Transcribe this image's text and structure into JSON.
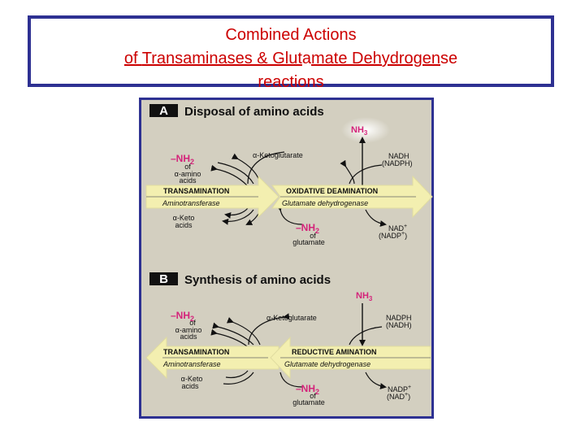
{
  "slide": {
    "title_line1": "Combined Actions",
    "title_line2_a": "of ",
    "title_line2_b": "Transaminases & Glut",
    "title_line2_c": "a",
    "title_line2_d": "mate Dehydrogen",
    "title_line2_e": "se",
    "title_line3": "reactions"
  },
  "panel_a": {
    "letter": "A",
    "heading": "Disposal of amino acids",
    "nh3_main": "NH",
    "nh3_sub": "3",
    "alpha_kg": "α-Ketoglutarate",
    "nadh": "NADH",
    "nadph_paren": "(NADPH)",
    "nh2_left_dash": "–NH",
    "nh2_left_sub": "2",
    "of_left": "of",
    "alpha_amino": "α-amino",
    "acids_left": "acids",
    "transamination": "TRANSAMINATION",
    "aminotransferase": "Aminotransferase",
    "oxidative": "OXIDATIVE DEAMINATION",
    "gdh": "Glutamate dehydrogenase",
    "alpha_keto": "α-Keto",
    "acids_keto": "acids",
    "nh2_glu_dash": "–NH",
    "nh2_glu_sub": "2",
    "of_glu": "of",
    "glutamate": "glutamate",
    "nad": "NAD",
    "nad_sup": "+",
    "nadp_paren": "(NADP",
    "nadp_sup": "+",
    "nadp_close": ")"
  },
  "panel_b": {
    "letter": "B",
    "heading": "Synthesis of amino acids",
    "nh3_main": "NH",
    "nh3_sub": "3",
    "alpha_kg": "α-Ketoglutarate",
    "nadph": "NADPH",
    "nadh_paren": "(NADH)",
    "nh2_left_dash": "–NH",
    "nh2_left_sub": "2",
    "of_left": "of",
    "alpha_amino": "α-amino",
    "acids_left": "acids",
    "transamination": "TRANSAMINATION",
    "aminotransferase": "Aminotransferase",
    "reductive": "REDUCTIVE AMINATION",
    "gdh": "Glutamate dehydrogenase",
    "alpha_keto": "α-Keto",
    "acids_keto": "acids",
    "nh2_glu_dash": "–NH",
    "nh2_glu_sub": "2",
    "of_glu": "of",
    "glutamate": "glutamate",
    "nadp": "NADP",
    "nadp_sup": "+",
    "nad_paren": "(NAD",
    "nad_sup": "+",
    "nad_close": ")"
  },
  "colors": {
    "title": "#cc0000",
    "frame": "#2e3192",
    "panel_bg": "#d3cfc0",
    "arrow_fill": "#f3efb0",
    "nh_magenta": "#d4237a"
  }
}
